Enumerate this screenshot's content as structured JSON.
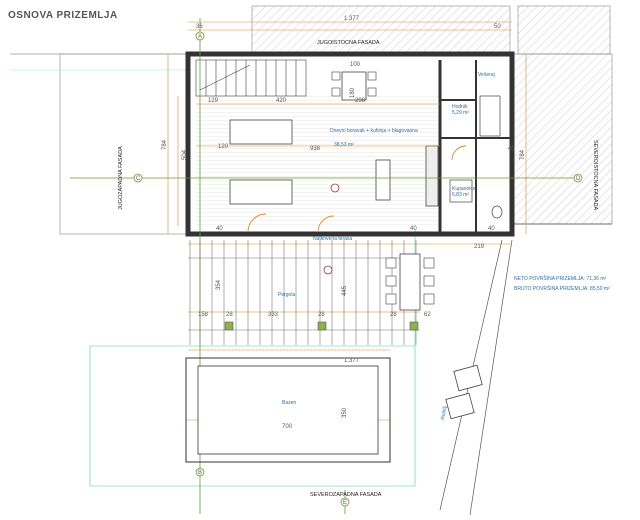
{
  "title": "OSNOVA PRIZEMLJA",
  "facades": {
    "southeast": "JUGOISTOCNA FASADA",
    "northwest": "SEVEROZAPADNA FASADA",
    "southwest": "JUGOZAPADNA FASADA",
    "northeast": "SEVEROISTOCNA FASADA"
  },
  "rooms": {
    "living": "Dnevni boravak +\nkuhinja + blagovaona",
    "living_area": "38,53 m²",
    "laundry": "Vešeraj",
    "hallway": "Hodnik",
    "hallway_area": "5,29 m²",
    "bathroom": "Kupaonica",
    "bathroom_area": "6,83 m²",
    "terrace": "Natkrivena terasa",
    "pergola": "Pergola",
    "pool": "Bazen",
    "grill": "Roštilj"
  },
  "summary": {
    "net": "NETO POVRŠINA PRIZEMLJA: 71,36 m²",
    "gross": "BRUTO POVRŠINA PRIZEMLJA: 85,50 m²"
  },
  "dimensions": {
    "top_total": "1.377",
    "top_left": "36",
    "top_right": "50",
    "row1_a": "100",
    "row1_b": "180",
    "row1_c": "298",
    "row1_d": "129",
    "row1_e": "420",
    "left_v1": "784",
    "left_v2": "504",
    "left_v3": "40",
    "mid_938": "938",
    "mid_120": "120",
    "right_v": "40",
    "right_v2": "784",
    "bottom_40a": "40",
    "bottom_40b": "40",
    "pergola_354": "354",
    "pergola_445": "445",
    "pergola_158": "158",
    "pergola_28a": "28",
    "pergola_333": "333",
    "pergola_28b": "28",
    "pergola_28c": "28",
    "pergola_62": "62",
    "pool_total": "1.377",
    "pool_700": "700",
    "pool_350": "350",
    "grill_dim": "219"
  },
  "axis_labels": [
    "A",
    "B",
    "C",
    "D",
    "E"
  ]
}
